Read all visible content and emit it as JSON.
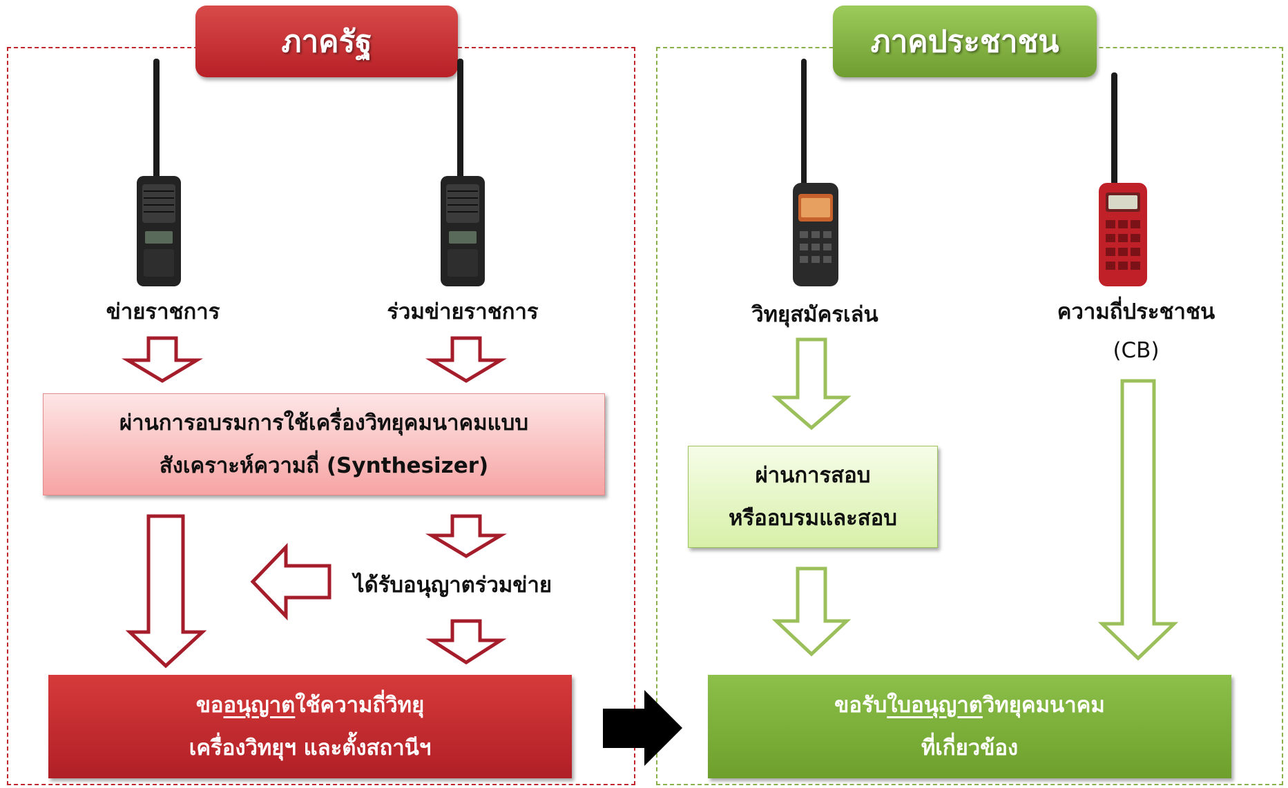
{
  "headers": {
    "state": "ภาครัฐ",
    "public": "ภาคประชาชน"
  },
  "radios": {
    "gov_network": "ข่ายราชการ",
    "joint_gov_network": "ร่วมข่ายราชการ",
    "amateur": "วิทยุสมัครเล่น",
    "citizen_band": "ความถี่ประชาชน",
    "citizen_band_abbr": "(CB)"
  },
  "boxes": {
    "training_line1": "ผ่านการอบรมการใช้เครื่องวิทยุคมนาคมแบบ",
    "training_line2": "สังเคราะห์ความถี่ (Synthesizer)",
    "exam_line1": "ผ่านการสอบ",
    "exam_line2": "หรืออบรมและสอบ",
    "state_license_line1_pre": "ขอ",
    "state_license_line1_ul": "อนุญาต",
    "state_license_line1_post": "ใช้ความถี่วิทยุ",
    "state_license_line2": "เครื่องวิทยุฯ และตั้งสถานีฯ",
    "public_license_line1_pre": "ขอรับ",
    "public_license_line1_ul": "ใบอนุญาต",
    "public_license_line1_post": "วิทยุคมนาคม",
    "public_license_line2": "ที่เกี่ยวข้อง"
  },
  "side_label": "ได้รับอนุญาตร่วมข่าย",
  "colors": {
    "state_red": "#c0252b",
    "public_green": "#8bb04a",
    "arrow_black": "#000000"
  }
}
